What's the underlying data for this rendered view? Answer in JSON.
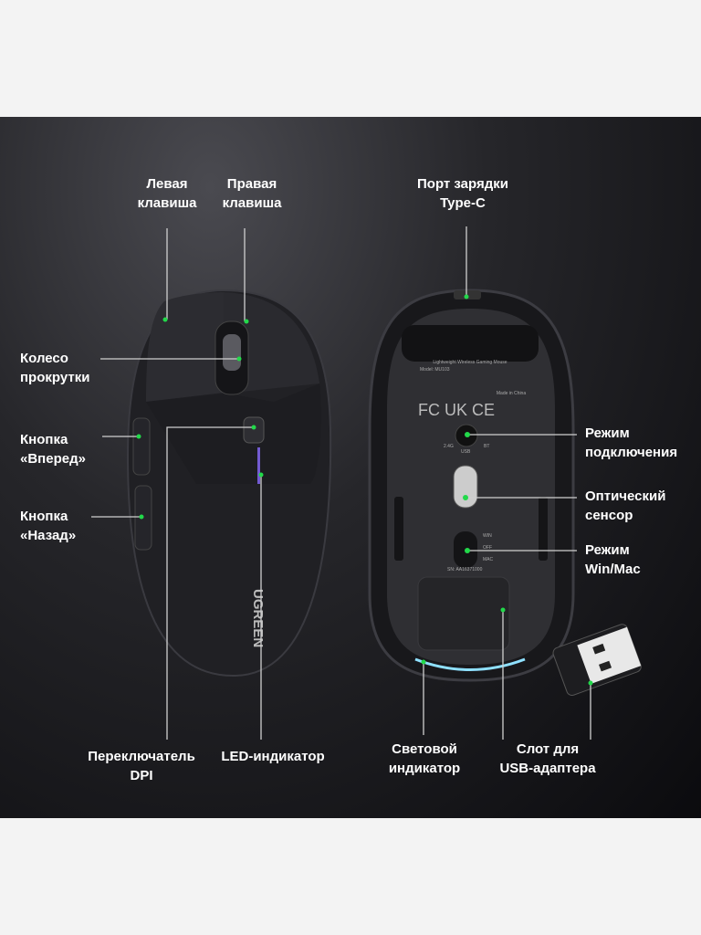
{
  "labels": {
    "left_button": [
      "Левая",
      "клавиша"
    ],
    "right_button": [
      "Правая",
      "клавиша"
    ],
    "charging_port": [
      "Порт зарядки",
      "Type-C"
    ],
    "scroll_wheel": [
      "Колесо",
      "прокрутки"
    ],
    "forward_button": [
      "Кнопка",
      "«Вперед»"
    ],
    "back_button": [
      "Кнопка",
      "«Назад»"
    ],
    "dpi_switch": [
      "Переключатель",
      "DPI"
    ],
    "led_indicator": [
      "LED-индикатор"
    ],
    "connection_mode": [
      "Режим",
      "подключения"
    ],
    "optical_sensor": [
      "Оптический",
      "сенсор"
    ],
    "win_mac_mode": [
      "Режим",
      "Win/Mac"
    ],
    "light_indicator": [
      "Световой",
      "индикатор"
    ],
    "usb_slot": [
      "Слот для",
      "USB-адаптера"
    ]
  },
  "product": {
    "brand": "UGREEN",
    "bottom_title": "Lightweight Wireless Gaming Mouse",
    "model": "Model: MU103",
    "made_in": "Made in China",
    "switch_labels": [
      "2.4G",
      "USB",
      "BT"
    ],
    "os_labels": [
      "WIN",
      "OFF",
      "MAC"
    ],
    "serial": "SN: AA16371000"
  },
  "colors": {
    "accent_dot": "#22d94a",
    "line": "#d0d0d0",
    "background": "#1a1a1d"
  }
}
